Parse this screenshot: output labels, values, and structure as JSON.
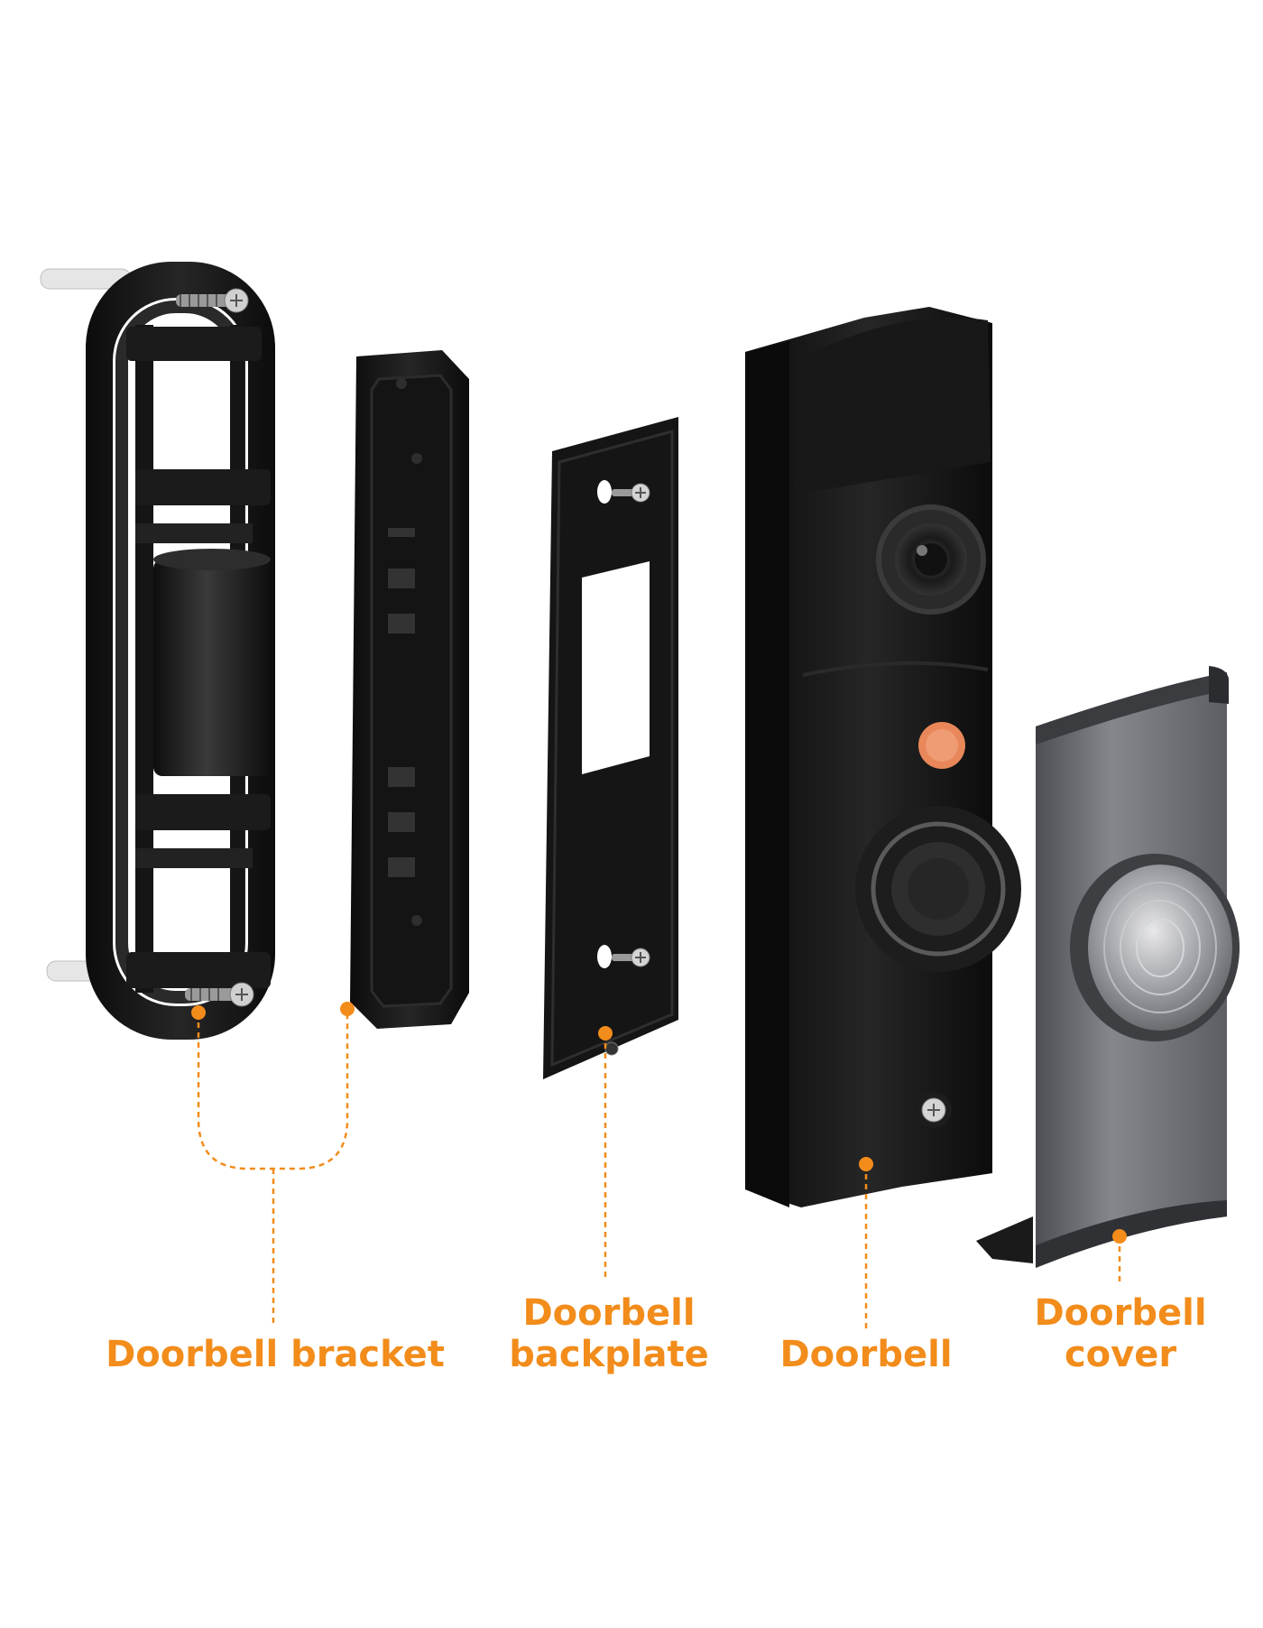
{
  "colors": {
    "accent": "#F28C1B",
    "plastic_black": "#161616",
    "cover_gray": "#6F7176",
    "button_orange": "#E8875A"
  },
  "parts": [
    {
      "id": "bracket",
      "icon": "doorbell-bracket-icon",
      "lines": [
        "Doorbell bracket"
      ]
    },
    {
      "id": "backplate",
      "icon": "doorbell-backplate-icon",
      "lines": [
        "Doorbell",
        "backplate"
      ]
    },
    {
      "id": "doorbell",
      "icon": "doorbell-unit-icon",
      "lines": [
        "Doorbell"
      ]
    },
    {
      "id": "cover",
      "icon": "doorbell-cover-icon",
      "lines": [
        "Doorbell",
        "cover"
      ]
    }
  ]
}
